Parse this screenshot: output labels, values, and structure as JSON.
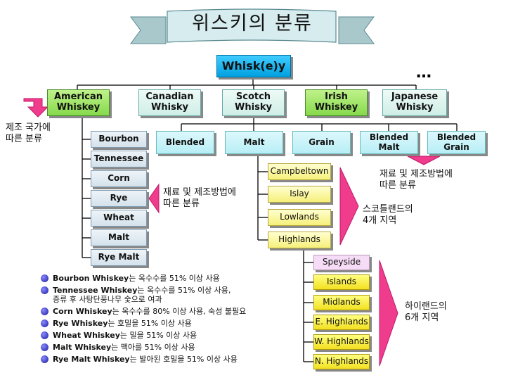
{
  "title": "위스키의 분류",
  "root": "Whisk(e)y",
  "ellipsis": "…",
  "countries": [
    {
      "label": "American\nWhiskey",
      "highlight": true
    },
    {
      "label": "Canadian\nWhisky",
      "highlight": false
    },
    {
      "label": "Scotch\nWhisky",
      "highlight": false
    },
    {
      "label": "Irish\nWhiskey",
      "highlight": true
    },
    {
      "label": "Japanese\nWhisky",
      "highlight": false
    }
  ],
  "notes": {
    "country": "제조 국가에\n따른 분류",
    "american": "재료 및 제조방법에\n따른 분류",
    "scotch_type": "재료 및 제조방법에\n따른 분류",
    "scotch_region": "스코틀랜드의\n4개 지역",
    "highland_region": "하이랜드의\n6개 지역"
  },
  "american_types": [
    "Bourbon",
    "Tennessee",
    "Corn",
    "Rye",
    "Wheat",
    "Malt",
    "Rye Malt"
  ],
  "scotch_types": [
    "Blended",
    "Malt",
    "Grain",
    "Blended\nMalt",
    "Blended\nGrain"
  ],
  "malt_regions": [
    "Campbeltown",
    "Islay",
    "Lowlands",
    "Highlands"
  ],
  "highland_regions": [
    "Speyside",
    "Islands",
    "Midlands",
    "E. Highlands",
    "W. Highlands",
    "N. Highlands"
  ],
  "descriptions": [
    {
      "name": "Bourbon Whiskey",
      "text": "는 옥수수를 51% 이상 사용"
    },
    {
      "name": "Tennessee Whiskey",
      "text": "는 옥수수를 51% 이상 사용,\n증류 후 사탕단풍나무 숯으로 여과"
    },
    {
      "name": "Corn Whiskey",
      "text": "는  옥수수를 80% 이상 사용, 숙성 불필요"
    },
    {
      "name": "Rye Whiskey",
      "text": "는 호밀을 51% 이상 사용"
    },
    {
      "name": "Wheat Whiskey",
      "text": "는 밀을 51% 이상 사용"
    },
    {
      "name": "Malt Whiskey",
      "text": "는 맥아를 51% 이상 사용"
    },
    {
      "name": "Rye Malt Whiskey",
      "text": "는 발아된 호밀을 51% 이상 사용"
    }
  ],
  "colors": {
    "root_bg": "#00b0f0",
    "country_green": "#86d94c",
    "arrow_pink": "#f03c8c",
    "line": "#000000"
  }
}
